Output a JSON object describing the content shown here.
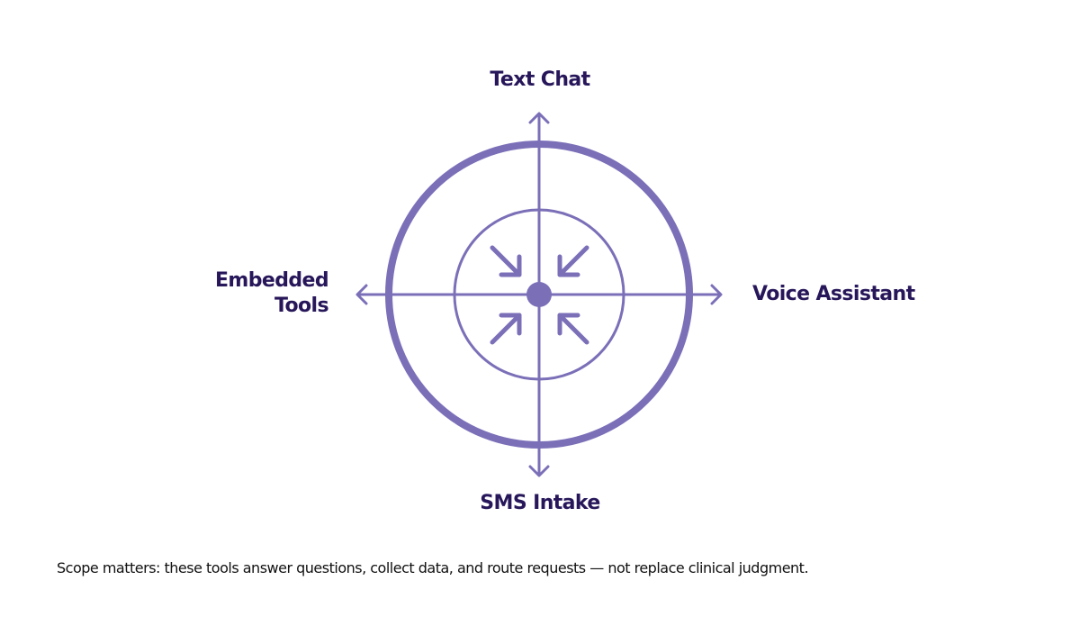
{
  "colors": {
    "accent": "#7b6fb8",
    "label_text": "#27175a",
    "caption_text": "#111111",
    "background": "#ffffff"
  },
  "diagram": {
    "top_label": "Text Chat",
    "right_label": "Voice Assistant",
    "bottom_label": "SMS Intake",
    "left_label": "Embedded\nTools"
  },
  "caption": "Scope matters: these tools answer questions, collect data, and route requests — not replace clinical judgment."
}
